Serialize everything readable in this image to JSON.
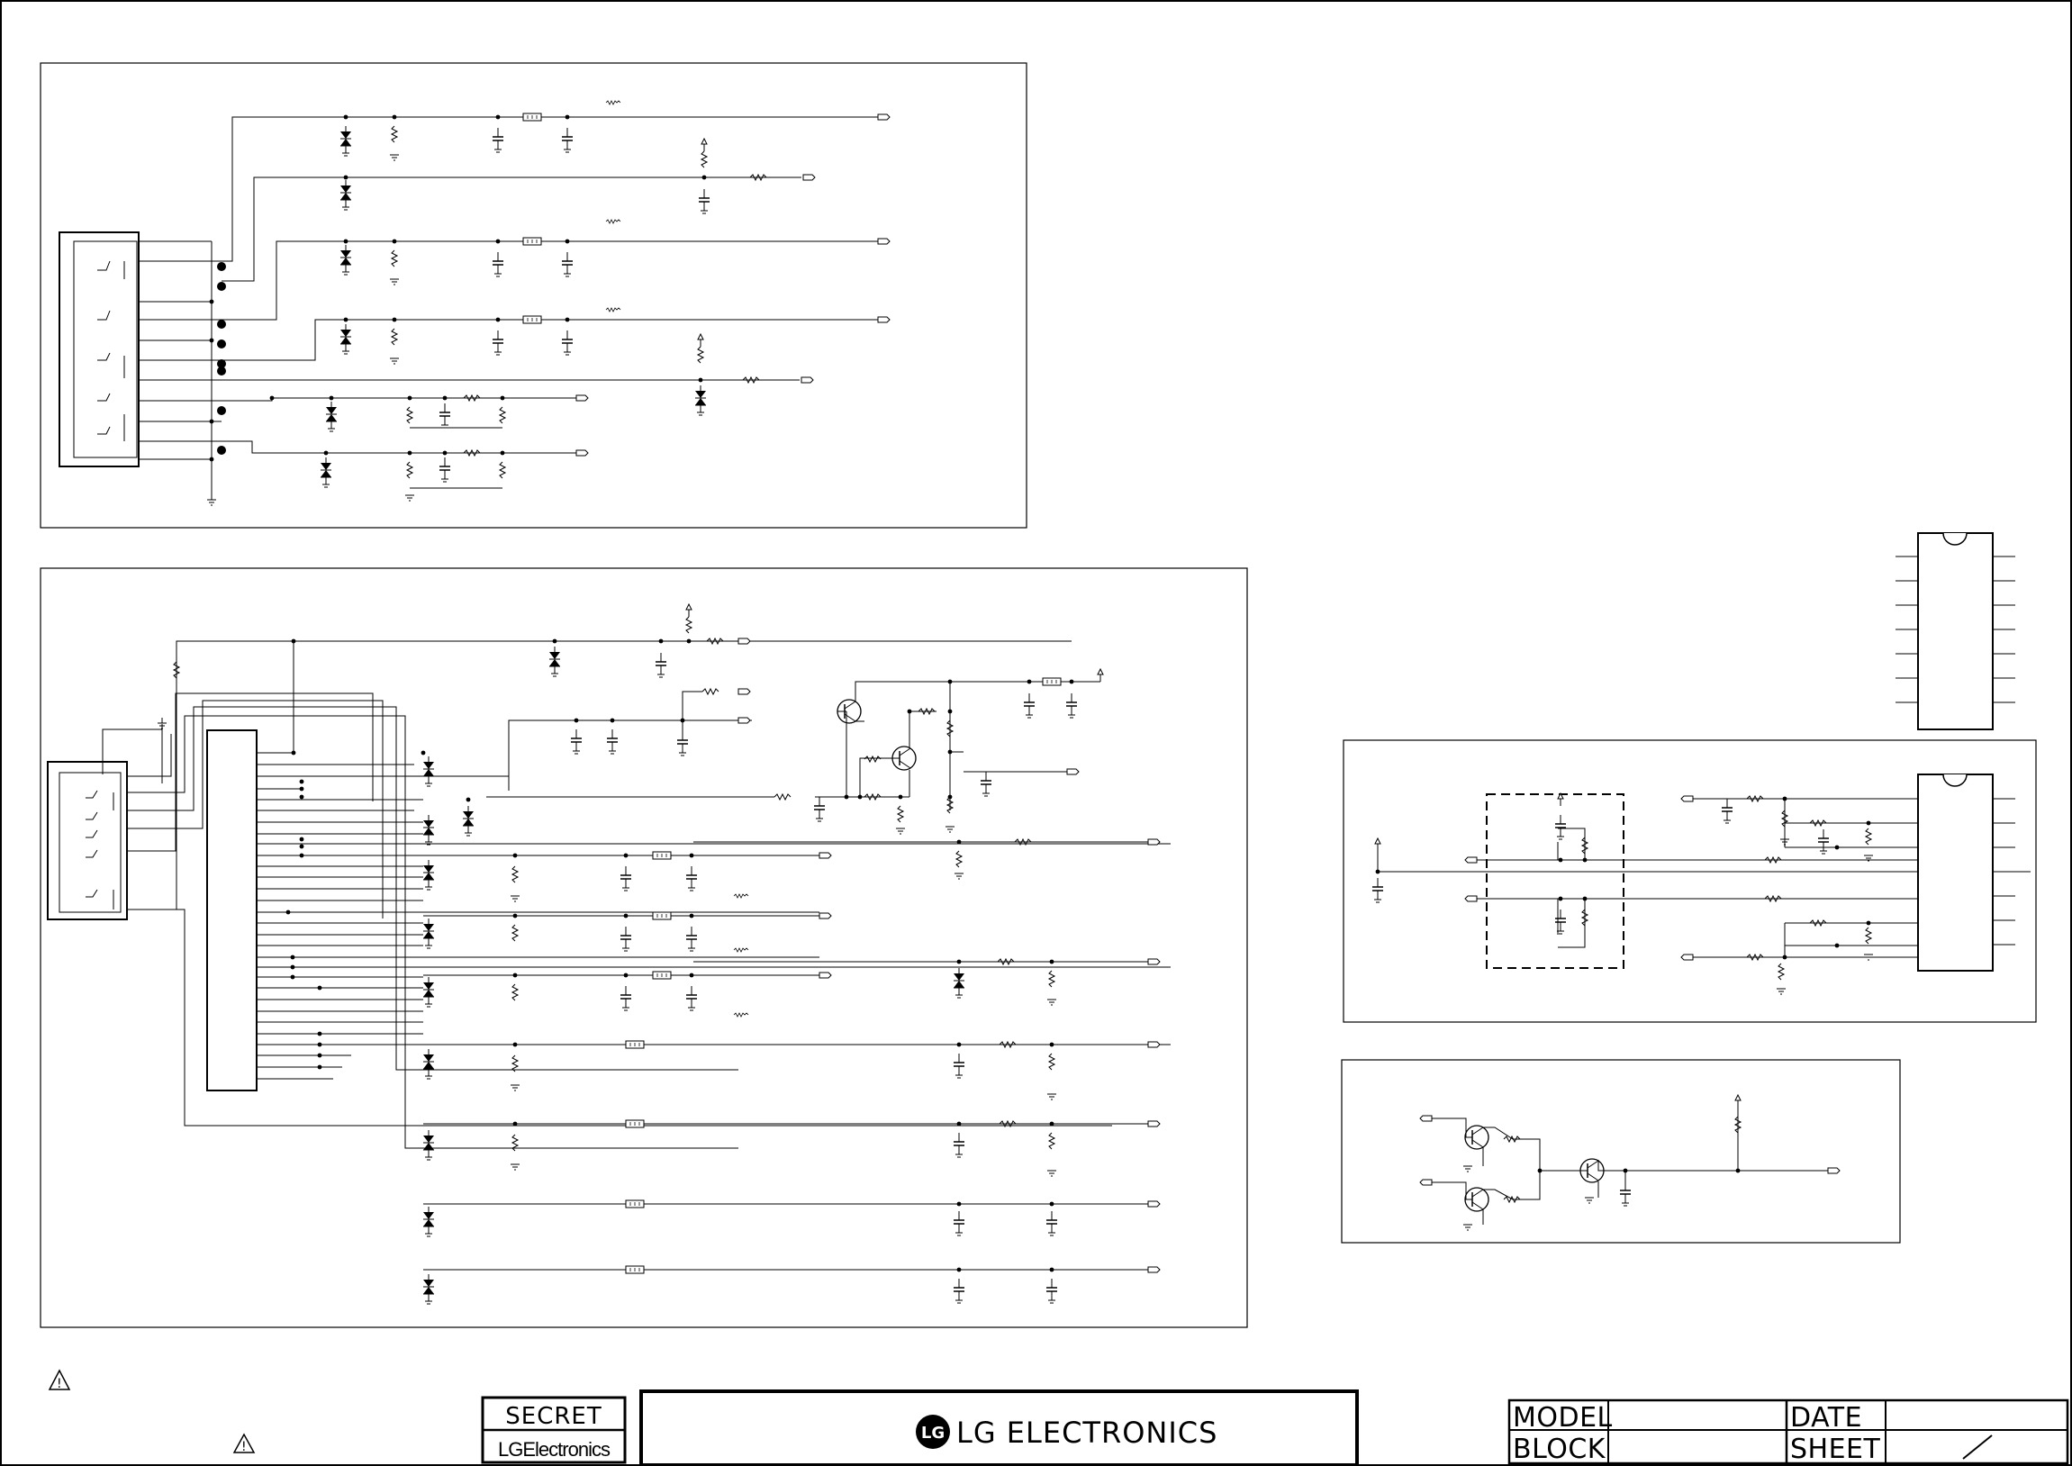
{
  "title_block": {
    "secret_label": "SECRET",
    "company_small": "LGElectronics",
    "brand_logo_letters": "LG",
    "brand_name": "LG ELECTRONICS",
    "table": {
      "model_label": "MODEL",
      "block_label": "BLOCK",
      "date_label": "DATE",
      "sheet_label": "SHEET",
      "sheet_separator": "/"
    }
  },
  "warning_marks": [
    {
      "symbol": "!"
    },
    {
      "symbol": "!"
    }
  ]
}
